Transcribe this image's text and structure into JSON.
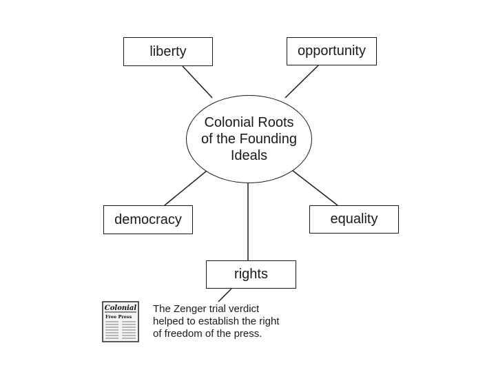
{
  "diagram": {
    "center": {
      "lines": [
        "Colonial Roots",
        "of the Founding",
        "Ideals"
      ]
    },
    "nodes": {
      "liberty": "liberty",
      "opportunity": "opportunity",
      "democracy": "democracy",
      "equality": "equality",
      "rights": "rights"
    },
    "annotation": {
      "lines": [
        "The Zenger trial verdict",
        "helped to establish the right",
        "of freedom of the press."
      ],
      "icon": "colonial-newspaper-icon",
      "icon_text": [
        "Colonial",
        "Free Press"
      ]
    }
  }
}
